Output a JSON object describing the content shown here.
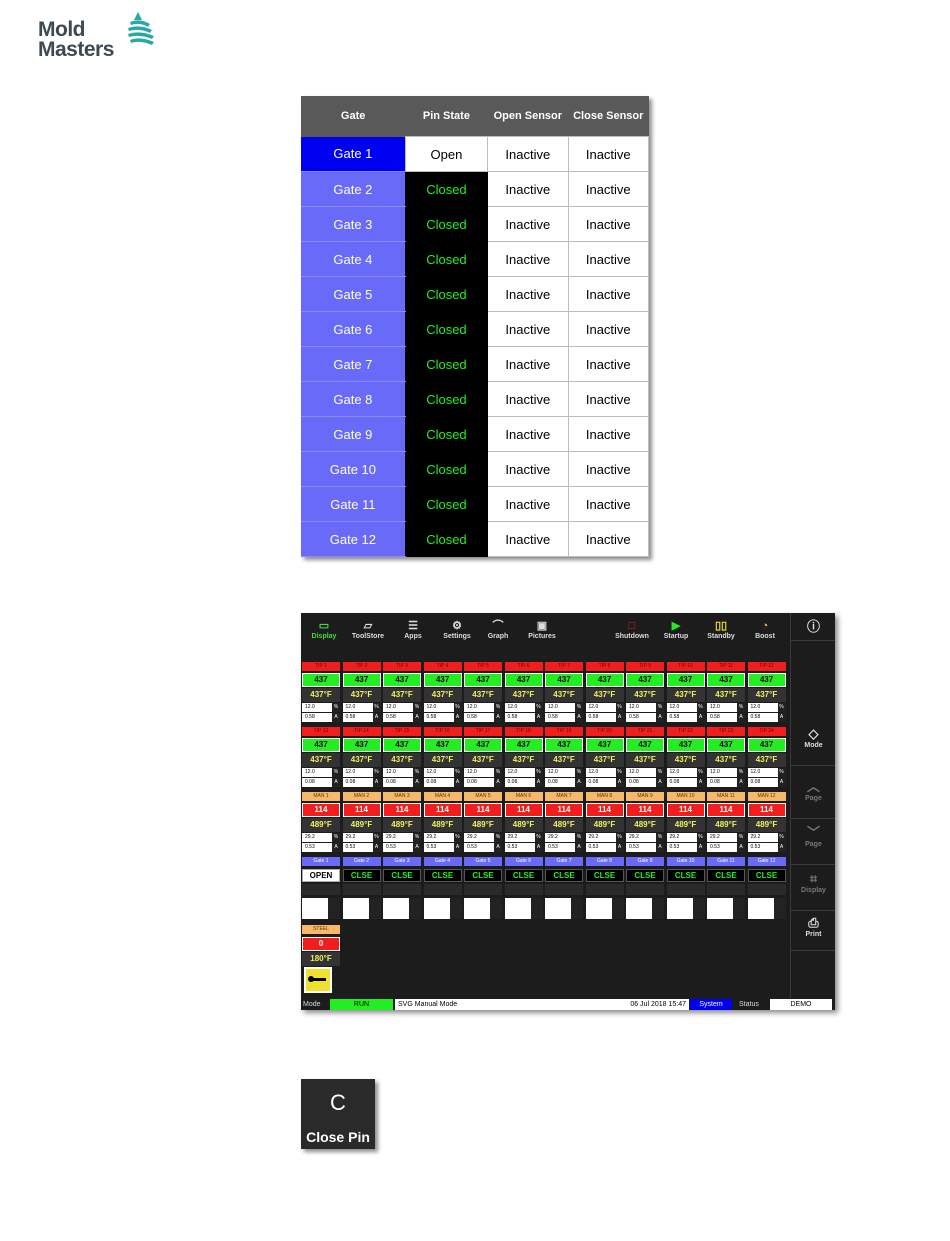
{
  "logo": {
    "line1": "Mold",
    "line2": "Masters"
  },
  "gate_table": {
    "headers": [
      "Gate",
      "Pin State",
      "Open Sensor",
      "Close Sensor"
    ],
    "rows": [
      {
        "gate": "Gate  1",
        "pin": "Open",
        "open": "Inactive",
        "close": "Inactive"
      },
      {
        "gate": "Gate  2",
        "pin": "Closed",
        "open": "Inactive",
        "close": "Inactive"
      },
      {
        "gate": "Gate  3",
        "pin": "Closed",
        "open": "Inactive",
        "close": "Inactive"
      },
      {
        "gate": "Gate  4",
        "pin": "Closed",
        "open": "Inactive",
        "close": "Inactive"
      },
      {
        "gate": "Gate  5",
        "pin": "Closed",
        "open": "Inactive",
        "close": "Inactive"
      },
      {
        "gate": "Gate  6",
        "pin": "Closed",
        "open": "Inactive",
        "close": "Inactive"
      },
      {
        "gate": "Gate  7",
        "pin": "Closed",
        "open": "Inactive",
        "close": "Inactive"
      },
      {
        "gate": "Gate  8",
        "pin": "Closed",
        "open": "Inactive",
        "close": "Inactive"
      },
      {
        "gate": "Gate  9",
        "pin": "Closed",
        "open": "Inactive",
        "close": "Inactive"
      },
      {
        "gate": "Gate 10",
        "pin": "Closed",
        "open": "Inactive",
        "close": "Inactive"
      },
      {
        "gate": "Gate 11",
        "pin": "Closed",
        "open": "Inactive",
        "close": "Inactive"
      },
      {
        "gate": "Gate 12",
        "pin": "Closed",
        "open": "Inactive",
        "close": "Inactive"
      }
    ]
  },
  "screen": {
    "toolbar": [
      {
        "label": "Display",
        "icon": "monitor-icon",
        "glyph": "▭"
      },
      {
        "label": "ToolStore",
        "icon": "folder-icon",
        "glyph": "▱"
      },
      {
        "label": "Apps",
        "icon": "sliders-icon",
        "glyph": "☰"
      },
      {
        "label": "Settings",
        "icon": "gears-icon",
        "glyph": "⚙"
      },
      {
        "label": "Graph",
        "icon": "graph-icon",
        "glyph": "⌒"
      },
      {
        "label": "Pictures",
        "icon": "picture-icon",
        "glyph": "▣"
      },
      {
        "label": "Shutdown",
        "icon": "stop-icon",
        "glyph": "□"
      },
      {
        "label": "Startup",
        "icon": "play-icon",
        "glyph": "▶"
      },
      {
        "label": "Standby",
        "icon": "pause-icon",
        "glyph": "▯▯"
      },
      {
        "label": "Boost",
        "icon": "gauge-icon",
        "glyph": "◔"
      }
    ],
    "side_buttons": [
      {
        "label": "",
        "icon": "info-icon",
        "glyph": "ⓘ"
      },
      {
        "label": "Mode",
        "icon": "drop-icon",
        "glyph": "◇"
      },
      {
        "label": "Page",
        "icon": "chevron-up-icon",
        "glyph": "︿"
      },
      {
        "label": "Page",
        "icon": "chevron-down-icon",
        "glyph": "﹀"
      },
      {
        "label": "Display",
        "icon": "crop-icon",
        "glyph": "⌗"
      },
      {
        "label": "Print",
        "icon": "printer-icon",
        "glyph": "⎙"
      }
    ],
    "tip_row1": {
      "labels": [
        "TIP 1",
        "TIP 2",
        "TIP 3",
        "TIP 4",
        "TIP 5",
        "TIP 6",
        "TIP 7",
        "TIP 8",
        "TIP 9",
        "TIP 10",
        "TIP 11",
        "TIP 12"
      ],
      "value": "437",
      "temp": "437°F",
      "pct": "12.0",
      "amp": "0.58",
      "pct_unit": "%",
      "amp_unit": "A"
    },
    "tip_row2": {
      "labels": [
        "TIP 13",
        "TIP 14",
        "TIP 15",
        "TIP 16",
        "TIP 17",
        "TIP 18",
        "TIP 19",
        "TIP 20",
        "TIP 21",
        "TIP 22",
        "TIP 23",
        "TIP 24"
      ],
      "value": "437",
      "temp": "437°F",
      "pct": "12.0",
      "amp": "0.08",
      "pct_unit": "%",
      "amp_unit": "A"
    },
    "man_row": {
      "labels": [
        "MAN 1",
        "MAN 2",
        "MAN 3",
        "MAN 4",
        "MAN 5",
        "MAN 6",
        "MAN 7",
        "MAN 8",
        "MAN 9",
        "MAN 10",
        "MAN 11",
        "MAN 12"
      ],
      "value": "114",
      "temp": "489°F",
      "pct": "29.2",
      "amp": "0.53",
      "pct_unit": "%",
      "amp_unit": "A"
    },
    "gate_row": {
      "labels": [
        "Gate 1",
        "Gate 2",
        "Gate 3",
        "Gate 4",
        "Gate 5",
        "Gate 6",
        "Gate 7",
        "Gate 8",
        "Gate 9",
        "Gate 10",
        "Gate 11",
        "Gate 12"
      ],
      "states": [
        "OPEN",
        "CLSE",
        "CLSE",
        "CLSE",
        "CLSE",
        "CLSE",
        "CLSE",
        "CLSE",
        "CLSE",
        "CLSE",
        "CLSE",
        "CLSE"
      ]
    },
    "steel": {
      "label": "STEEL",
      "value": "0",
      "temp": "180°F"
    },
    "status": {
      "mode_label": "Mode",
      "mode_value": "RUN",
      "message": "SVG Manual Mode",
      "datetime": "06 Jul 2018 15:47",
      "system": "System",
      "status_label": "Status",
      "status_value": "DEMO"
    }
  },
  "close_pin": {
    "key": "C",
    "label": "Close Pin"
  }
}
